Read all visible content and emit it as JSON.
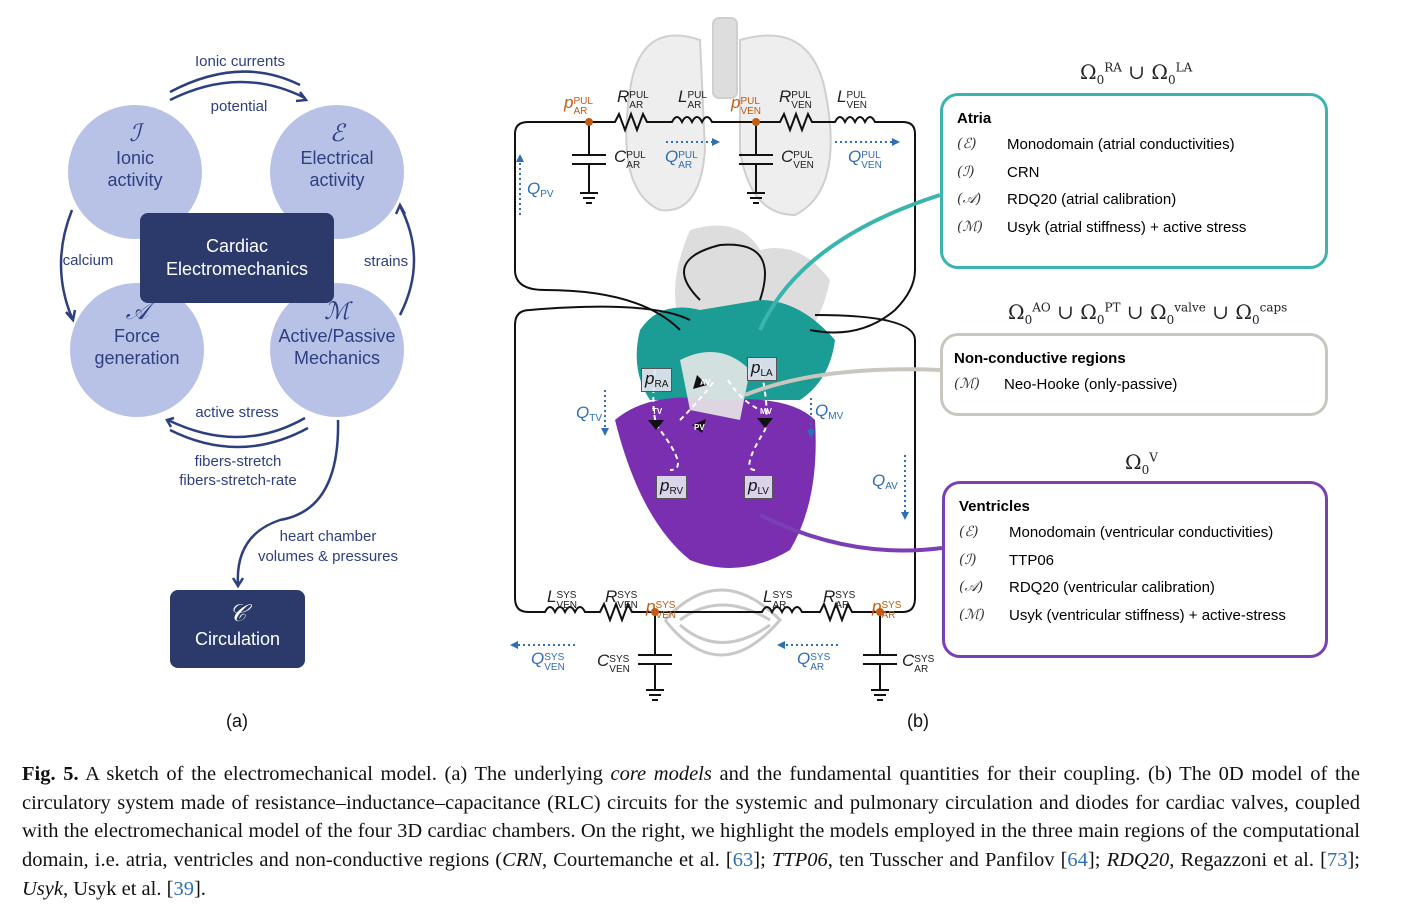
{
  "panel_a": {
    "arrows": {
      "ionic_currents": "Ionic currents",
      "potential": "potential",
      "calcium": "calcium",
      "strains": "strains",
      "active_stress": "active stress",
      "fibers_stretch": "fibers-stretch",
      "fibers_stretch_rate": "fibers-stretch-rate",
      "heart_chamber": "heart chamber",
      "volumes_pressures": "volumes & pressures"
    },
    "ionic": {
      "symbol": "ℐ",
      "l1": "Ionic",
      "l2": "activity"
    },
    "electrical": {
      "symbol": "ℰ",
      "l1": "Electrical",
      "l2": "activity"
    },
    "force": {
      "symbol": "𝒜",
      "l1": "Force",
      "l2": "generation"
    },
    "mechanics": {
      "symbol": "ℳ",
      "l1": "Active/Passive",
      "l2": "Mechanics"
    },
    "center": {
      "l1": "Cardiac",
      "l2": "Electromechanics"
    },
    "circulation": {
      "symbol": "𝒞",
      "label": "Circulation"
    },
    "caption": "(a)"
  },
  "panel_b": {
    "caption": "(b)",
    "labels": [
      {
        "id": "p_ar_pul",
        "sym": "p",
        "sub": "AR",
        "sup": "PUL",
        "kind": "orange"
      },
      {
        "id": "r_ar_pul",
        "sym": "R",
        "sub": "AR",
        "sup": "PUL",
        "kind": ""
      },
      {
        "id": "l_ar_pul",
        "sym": "L",
        "sub": "AR",
        "sup": "PUL",
        "kind": ""
      },
      {
        "id": "p_ven_pul",
        "sym": "p",
        "sub": "VEN",
        "sup": "PUL",
        "kind": "orange"
      },
      {
        "id": "r_ven_pul",
        "sym": "R",
        "sub": "VEN",
        "sup": "PUL",
        "kind": ""
      },
      {
        "id": "l_ven_pul",
        "sym": "L",
        "sub": "VEN",
        "sup": "PUL",
        "kind": ""
      },
      {
        "id": "c_ar_pul",
        "sym": "C",
        "sub": "AR",
        "sup": "PUL",
        "kind": ""
      },
      {
        "id": "q_ar_pul",
        "sym": "Q",
        "sub": "AR",
        "sup": "PUL",
        "kind": "blue"
      },
      {
        "id": "c_ven_pul",
        "sym": "C",
        "sub": "VEN",
        "sup": "PUL",
        "kind": ""
      },
      {
        "id": "q_ven_pul",
        "sym": "Q",
        "sub": "VEN",
        "sup": "PUL",
        "kind": "blue"
      },
      {
        "id": "q_pv",
        "sym": "Q",
        "sub": "PV",
        "sup": "",
        "kind": "blue"
      },
      {
        "id": "q_tv",
        "sym": "Q",
        "sub": "TV",
        "sup": "",
        "kind": "blue"
      },
      {
        "id": "q_mv",
        "sym": "Q",
        "sub": "MV",
        "sup": "",
        "kind": "blue"
      },
      {
        "id": "q_av",
        "sym": "Q",
        "sub": "AV",
        "sup": "",
        "kind": "blue"
      },
      {
        "id": "p_ra",
        "sym": "p",
        "sub": "RA",
        "sup": "",
        "kind": "boxed"
      },
      {
        "id": "p_la",
        "sym": "p",
        "sub": "LA",
        "sup": "",
        "kind": "boxed"
      },
      {
        "id": "p_rv",
        "sym": "p",
        "sub": "RV",
        "sup": "",
        "kind": "boxed"
      },
      {
        "id": "p_lv",
        "sym": "p",
        "sub": "LV",
        "sup": "",
        "kind": "boxed"
      },
      {
        "id": "l_ven_sys",
        "sym": "L",
        "sub": "VEN",
        "sup": "SYS",
        "kind": ""
      },
      {
        "id": "r_ven_sys",
        "sym": "R",
        "sub": "VEN",
        "sup": "SYS",
        "kind": ""
      },
      {
        "id": "p_ven_sys",
        "sym": "p",
        "sub": "VEN",
        "sup": "SYS",
        "kind": "orange"
      },
      {
        "id": "l_ar_sys",
        "sym": "L",
        "sub": "AR",
        "sup": "SYS",
        "kind": ""
      },
      {
        "id": "r_ar_sys",
        "sym": "R",
        "sub": "AR",
        "sup": "SYS",
        "kind": ""
      },
      {
        "id": "p_ar_sys",
        "sym": "p",
        "sub": "AR",
        "sup": "SYS",
        "kind": "orange"
      },
      {
        "id": "q_ven_sys",
        "sym": "Q",
        "sub": "VEN",
        "sup": "SYS",
        "kind": "blue"
      },
      {
        "id": "c_ven_sys",
        "sym": "C",
        "sub": "VEN",
        "sup": "SYS",
        "kind": ""
      },
      {
        "id": "q_ar_sys",
        "sym": "Q",
        "sub": "AR",
        "sup": "SYS",
        "kind": "blue"
      },
      {
        "id": "c_ar_sys",
        "sym": "C",
        "sub": "AR",
        "sup": "SYS",
        "kind": ""
      }
    ],
    "valves": {
      "tv": "TV",
      "av": "AV",
      "mv": "MV",
      "pv": "PV"
    }
  },
  "regions": {
    "atria": {
      "domain_sub": "0",
      "domain_sup1": "RA",
      "domain_sup2": "LA",
      "title": "Atria",
      "color": "#3ab5ad",
      "items": [
        {
          "tag": "(ℰ)",
          "text": "Monodomain (atrial conductivities)"
        },
        {
          "tag": "(ℐ)",
          "text": "CRN"
        },
        {
          "tag": "(𝒜)",
          "text": "RDQ20 (atrial calibration)"
        },
        {
          "tag": "(ℳ)",
          "text": "Usyk (atrial stiffness) + active stress"
        }
      ]
    },
    "nonconductive": {
      "domain_sup": [
        "AO",
        "PT",
        "valve",
        "caps"
      ],
      "title": "Non-conductive regions",
      "color": "#c9c6c0",
      "items": [
        {
          "tag": "(ℳ)",
          "text": "Neo-Hooke (only-passive)"
        }
      ]
    },
    "ventricles": {
      "domain_sup": "V",
      "title": "Ventricles",
      "color": "#7b3fb5",
      "items": [
        {
          "tag": "(ℰ)",
          "text": "Monodomain (ventricular conductivities)"
        },
        {
          "tag": "(ℐ)",
          "text": "TTP06"
        },
        {
          "tag": "(𝒜)",
          "text": "RDQ20 (ventricular calibration)"
        },
        {
          "tag": "(ℳ)",
          "text": "Usyk (ventricular stiffness) + active-stress"
        }
      ]
    }
  },
  "caption": {
    "parts": [
      "Fig. 5.",
      " A sketch of the electromechanical model. (a) The underlying ",
      "core models",
      " and the fundamental quantities for their coupling. (b) The 0D model of the circulatory system made of resistance–inductance–capacitance (RLC) circuits for the systemic and pulmonary circulation and diodes for cardiac valves, coupled with the electromechanical model of the four 3D cardiac chambers. On the right, we highlight the models employed in the three main regions of the computational domain, i.e. atria, ventricles and non-conductive regions (",
      "CRN",
      ", Courtemanche et al. [",
      "63",
      "]; ",
      "TTP06",
      ", ten Tusscher and Panfilov [",
      "64",
      "]; ",
      "RDQ20",
      ", Regazzoni et al. [",
      "73",
      "]; ",
      "Usyk",
      ", Usyk et al. [",
      "39",
      "]."
    ]
  }
}
